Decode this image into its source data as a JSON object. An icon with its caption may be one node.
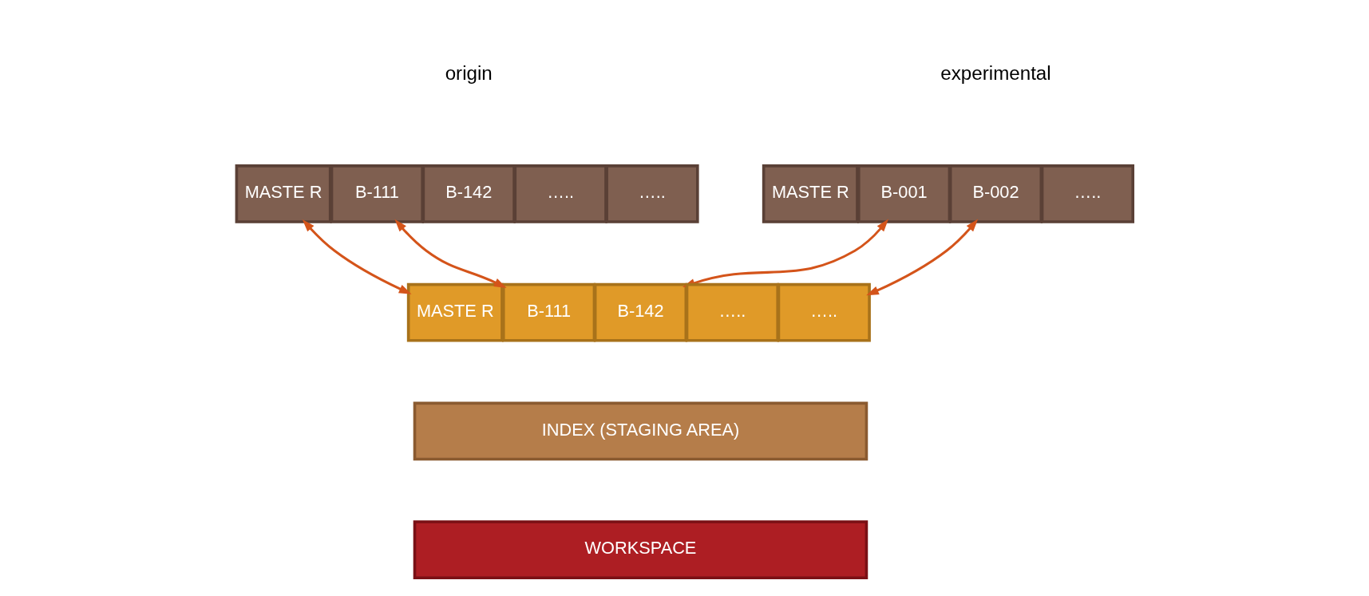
{
  "diagram": {
    "nodes": [
      {
        "text": [
          "MASTE R"
        ]
      },
      {
        "text": [
          "B-111"
        ]
      },
      {
        "text": [
          "B-142"
        ]
      },
      {
        "text": [
          "….."
        ]
      },
      {
        "text": [
          "….."
        ]
      },
      {
        "text": [
          "MASTE R"
        ]
      },
      {
        "text": [
          "B-001"
        ]
      },
      {
        "text": [
          "B-002"
        ]
      },
      {
        "text": [
          "….."
        ]
      },
      {
        "text": [
          "MASTE R"
        ]
      },
      {
        "text": [
          "B-111"
        ]
      },
      {
        "text": [
          "B-142"
        ]
      },
      {
        "text": [
          "….."
        ]
      },
      {
        "text": [
          "….."
        ]
      },
      {
        "text": [
          "INDEX (STAGING AREA)"
        ]
      },
      {
        "text": [
          "WORKSPACE"
        ]
      }
    ],
    "edges": [
      {
        "from": 0,
        "to": 9,
        "arrow": "both"
      },
      {
        "from": 1,
        "to": 10,
        "arrow": "both"
      },
      {
        "from": 6,
        "to": 11,
        "arrow": "both"
      },
      {
        "from": 7,
        "to": 13,
        "arrow": "both"
      }
    ],
    "labels": [
      "origin",
      "experimental"
    ]
  }
}
